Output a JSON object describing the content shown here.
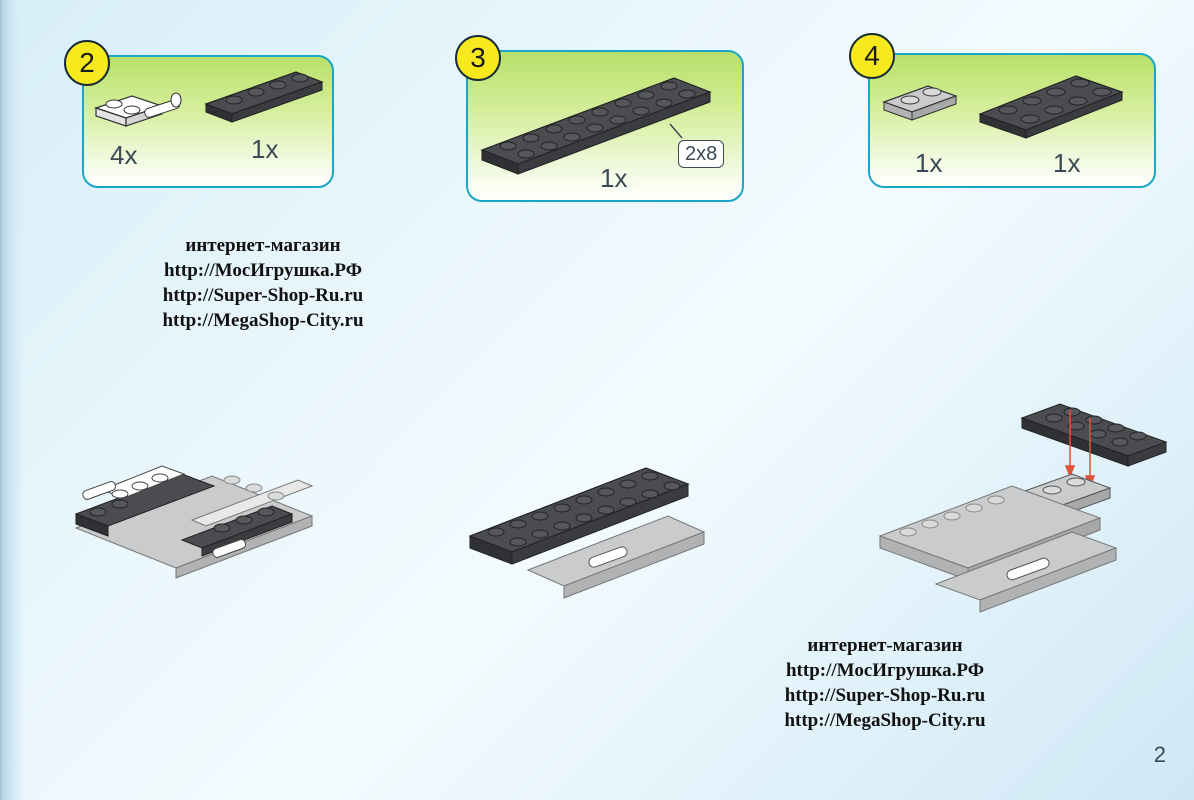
{
  "steps": [
    {
      "number": "2",
      "parts": [
        {
          "qty": "4x",
          "icon": "plate-1x2-handle-white"
        },
        {
          "qty": "1x",
          "icon": "plate-1x4-dark"
        }
      ]
    },
    {
      "number": "3",
      "parts": [
        {
          "qty": "1x",
          "icon": "plate-2x8-dark"
        }
      ],
      "size_tag": "2x8"
    },
    {
      "number": "4",
      "parts": [
        {
          "qty": "1x",
          "icon": "plate-1x2-light"
        },
        {
          "qty": "1x",
          "icon": "plate-2x4-dark"
        }
      ]
    }
  ],
  "shop_blocks": [
    {
      "lines": [
        "интернет-магазин",
        "http://МосИгрушка.РФ",
        "http://Super-Shop-Ru.ru",
        "http://MegaShop-City.ru"
      ]
    },
    {
      "lines": [
        "интернет-магазин",
        "http://МосИгрушка.РФ",
        "http://Super-Shop-Ru.ru",
        "http://MegaShop-City.ru"
      ]
    }
  ],
  "page_number": "2",
  "colors": {
    "step_border": "#1aa6c8",
    "step_badge": "#f6ea1e",
    "dark_brick": "#3d3f42",
    "light_brick": "#c9cbcd",
    "arrow": "#e0523a"
  }
}
